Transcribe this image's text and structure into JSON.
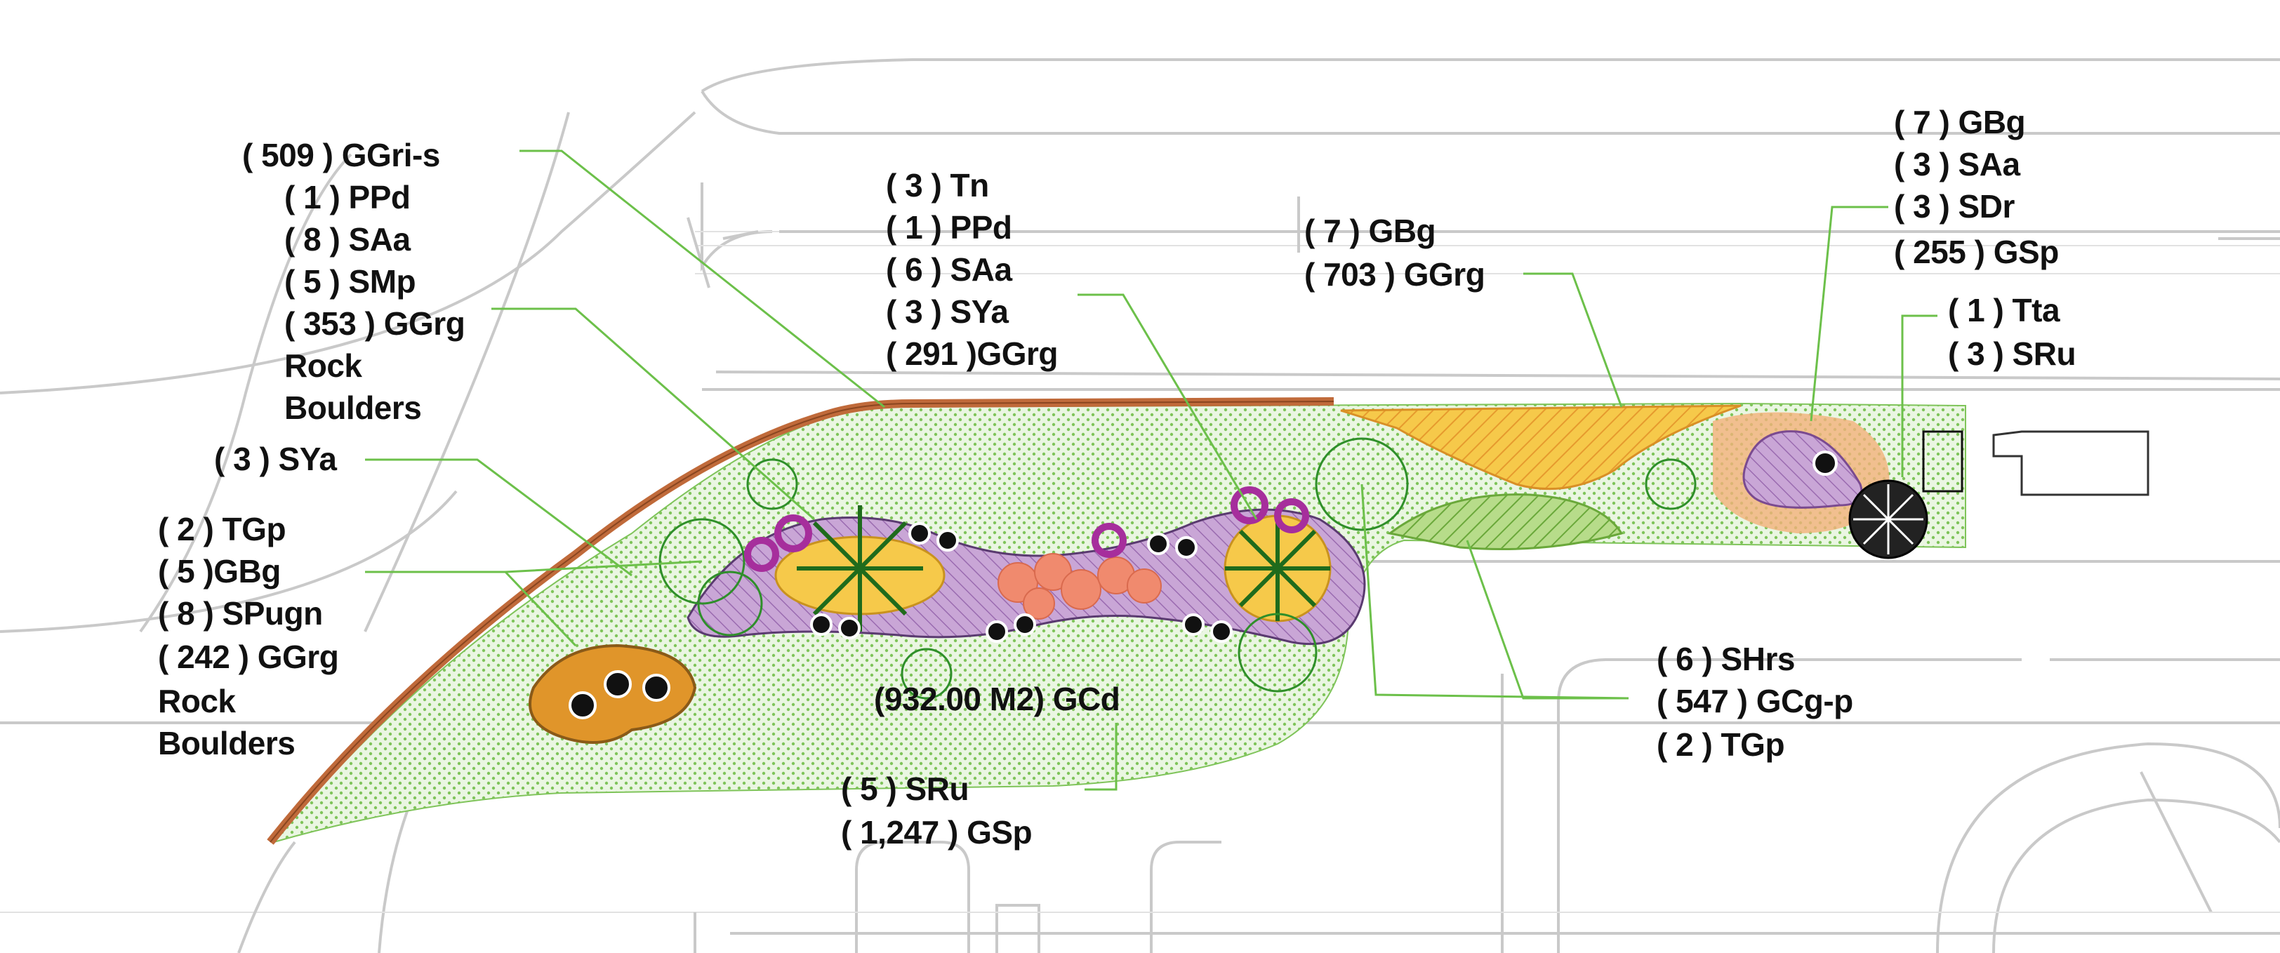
{
  "plan": {
    "area_label": "(932.00 M2) GCd",
    "colors": {
      "leader": "#6cc04a",
      "ground_cover": "#7fc45a",
      "border": "#c06a3a",
      "yellow_bed": "#f3c132",
      "orange_shrub": "#e8955a",
      "purple_bed": "#b98fc9",
      "magenta_shrub": "#a62e9c",
      "dark_green_tree": "#2f8f2a",
      "salmon_shrub": "#f08a6e"
    },
    "label_groups": [
      {
        "id": "nw",
        "lines": [
          "( 509 ) GGri-s",
          "( 1 ) PPd",
          "( 8 ) SAa",
          "( 5 ) SMp",
          "( 353 ) GGrg",
          "Rock",
          "Boulders"
        ]
      },
      {
        "id": "sya-left",
        "lines": [
          "( 3 ) SYa"
        ]
      },
      {
        "id": "w",
        "lines": [
          "( 2 ) TGp",
          "( 5 )GBg",
          "( 8 ) SPugn",
          "( 242 ) GGrg",
          "Rock",
          "Boulders"
        ]
      },
      {
        "id": "top-center",
        "lines": [
          "( 3 ) Tn",
          "( 1 ) PPd",
          "( 6 ) SAa",
          "( 3 ) SYa",
          "( 291 )GGrg"
        ]
      },
      {
        "id": "top-mid",
        "lines": [
          "( 7 ) GBg",
          "( 703 ) GGrg"
        ]
      },
      {
        "id": "top-right",
        "lines": [
          "( 7 ) GBg",
          "( 3 ) SAa",
          "( 3 ) SDr",
          "( 255 ) GSp"
        ]
      },
      {
        "id": "right",
        "lines": [
          "( 1 ) Tta",
          "( 3 ) SRu"
        ]
      },
      {
        "id": "se",
        "lines": [
          "( 6 ) SHrs",
          "( 547 ) GCg-p",
          "( 2 ) TGp"
        ]
      },
      {
        "id": "bottom",
        "lines": [
          "( 5 ) SRu",
          "( 1,247 ) GSp"
        ]
      }
    ]
  }
}
